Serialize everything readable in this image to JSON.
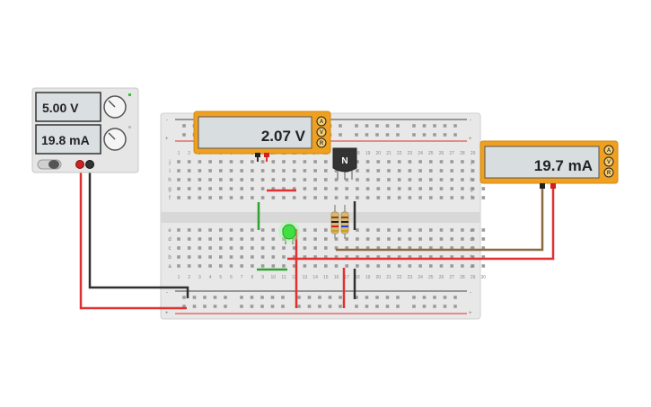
{
  "power_supply": {
    "voltage_display": "5.00 V",
    "current_display": "19.8 mA"
  },
  "voltmeter": {
    "display": "2.07 V",
    "modes": [
      "A",
      "V",
      "R"
    ]
  },
  "ammeter": {
    "display": "19.7 mA",
    "modes": [
      "A",
      "V",
      "R"
    ]
  },
  "transistor": {
    "label": "N"
  },
  "breadboard": {
    "row_letters_top": [
      "j",
      "i",
      "h",
      "g",
      "f"
    ],
    "row_letters_bottom": [
      "e",
      "d",
      "c",
      "b",
      "a"
    ],
    "column_numbers": [
      "1",
      "2",
      "3",
      "4",
      "5",
      "6",
      "7",
      "8",
      "9",
      "10",
      "11",
      "12",
      "13",
      "14",
      "15",
      "16",
      "17",
      "18",
      "19",
      "20",
      "21",
      "22",
      "23",
      "24",
      "25",
      "26",
      "27",
      "28",
      "29",
      "30"
    ],
    "rail_minus": "-",
    "rail_plus": "+"
  },
  "colors": {
    "meter_accent": "#f0a020",
    "wire_red": "#e03030",
    "wire_black": "#303030",
    "wire_green": "#30a030",
    "wire_brown": "#8a6a40",
    "led": "#40e040"
  }
}
